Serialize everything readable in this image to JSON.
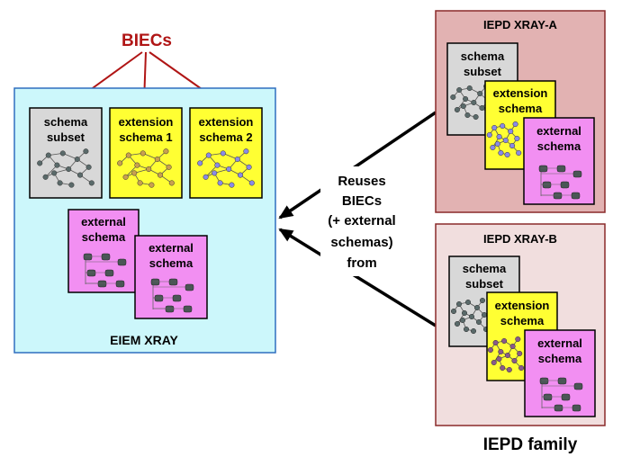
{
  "biecs_label": "BIECs",
  "eiem": {
    "title": "EIEM XRAY",
    "schema_subset": [
      "schema",
      "subset"
    ],
    "extension_1": [
      "extension",
      "schema 1"
    ],
    "extension_2": [
      "extension",
      "schema 2"
    ],
    "external_1": [
      "external",
      "schema"
    ],
    "external_2": [
      "external",
      "schema"
    ]
  },
  "reuse_text": [
    "Reuses",
    "BIECs",
    "(+ external",
    "schemas)",
    "from"
  ],
  "iepd_a": {
    "title": "IEPD XRAY-A",
    "schema_subset": [
      "schema",
      "subset"
    ],
    "extension": [
      "extension",
      "schema"
    ],
    "external": [
      "external",
      "schema"
    ]
  },
  "iepd_b": {
    "title": "IEPD XRAY-B",
    "schema_subset": [
      "schema",
      "subset"
    ],
    "extension": [
      "extension",
      "schema"
    ],
    "external": [
      "external",
      "schema"
    ]
  },
  "family_label": "IEPD family",
  "colors": {
    "biec_red": "#b01515",
    "eiem_bg": "#ccf7fb",
    "eiem_border": "#2f6fbf",
    "gray_doc": "#d8d8d8",
    "yellow_doc": "#ffff33",
    "pink_doc": "#f28ff2",
    "iepd_a_bg": "#e2b2b2",
    "iepd_b_bg": "#f1dede",
    "iepd_border": "#8a2a2a",
    "node_dark": "#5a6a6a",
    "node_gold": "#c8a050",
    "node_blue": "#8a8ae6",
    "node_purple": "#8a5a8a"
  }
}
